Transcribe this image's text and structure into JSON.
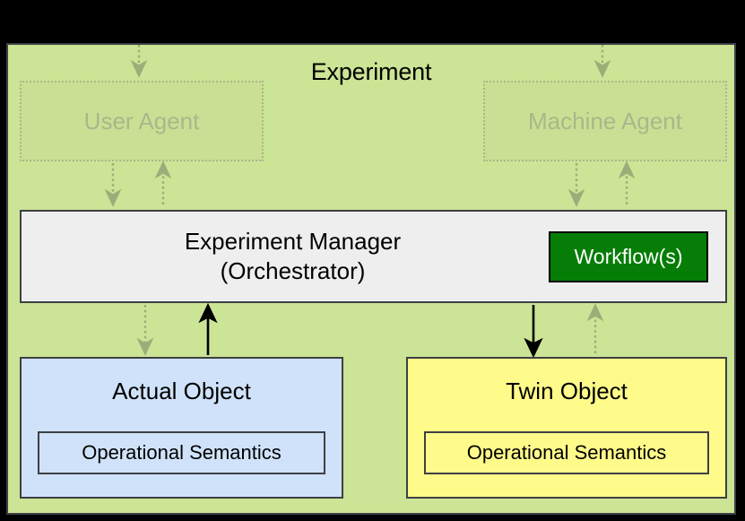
{
  "diagram": {
    "title": "Experiment",
    "panel_color": "#cce495",
    "border_color": "#3d4045",
    "agents": [
      {
        "label": "User Agent",
        "name": "user-agent"
      },
      {
        "label": "Machine Agent",
        "name": "machine-agent"
      }
    ],
    "manager": {
      "line1": "Experiment Manager",
      "line2": "(Orchestrator)",
      "workflow_label": "Workflow(s)",
      "workflow_color": "#067d07",
      "fill_color": "#eeeeee"
    },
    "objects": [
      {
        "title": "Actual Object",
        "semantics": "Operational Semantics",
        "fill_color": "#cfe2f9"
      },
      {
        "title": "Twin Object",
        "semantics": "Operational Semantics",
        "fill_color": "#fffb8a"
      }
    ],
    "connectors": {
      "solid_color": "#000000",
      "dotted_color": "#9aae7a"
    }
  }
}
